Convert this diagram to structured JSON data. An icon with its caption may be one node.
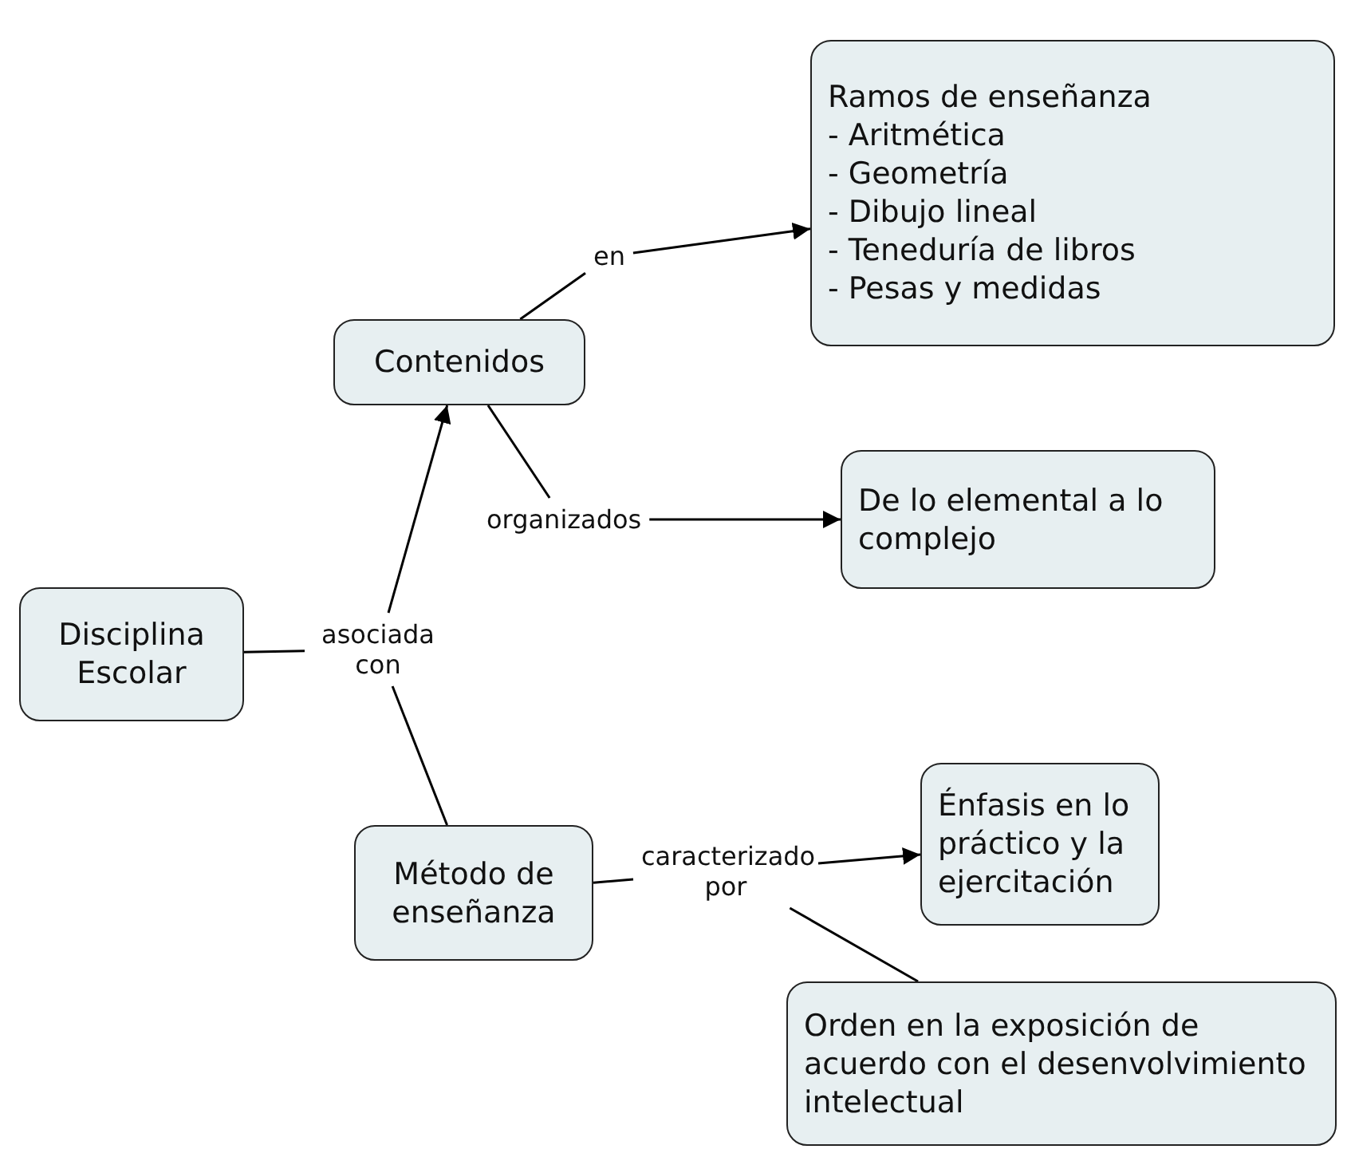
{
  "diagram": {
    "nodes": [
      {
        "text": [
          "Disciplina Escolar"
        ]
      },
      {
        "text": [
          "Contenidos"
        ]
      },
      {
        "text": [
          "Método de enseñanza"
        ]
      },
      {
        "text": [
          "Ramos de enseñanza",
          "- Aritmética",
          "- Geometría",
          "- Dibujo lineal",
          "- Teneduría de libros",
          "- Pesas y medidas"
        ]
      },
      {
        "text": [
          "De lo elemental a lo complejo"
        ]
      },
      {
        "text": [
          "Énfasis en lo práctico y la ejercitación"
        ]
      },
      {
        "text": [
          "Orden en la exposición de acuerdo con el desenvolvimiento intelectual"
        ]
      },
      {
        "text": [
          "en"
        ]
      },
      {
        "text": [
          "organizados"
        ]
      },
      {
        "text": [
          "asociada con"
        ]
      },
      {
        "text": [
          "caracterizado por"
        ]
      }
    ],
    "edges": [
      {
        "from": 1,
        "to": 7,
        "arrow": "none"
      },
      {
        "from": 7,
        "to": 3,
        "arrow": "to"
      },
      {
        "from": 1,
        "to": 8,
        "arrow": "none"
      },
      {
        "from": 8,
        "to": 4,
        "arrow": "to"
      },
      {
        "from": 0,
        "to": 9,
        "arrow": "none"
      },
      {
        "from": 9,
        "to": 1,
        "arrow": "to"
      },
      {
        "from": 9,
        "to": 2,
        "arrow": "none"
      },
      {
        "from": 2,
        "to": 10,
        "arrow": "none"
      },
      {
        "from": 10,
        "to": 5,
        "arrow": "to"
      },
      {
        "from": 10,
        "to": 6,
        "arrow": "none"
      }
    ]
  }
}
